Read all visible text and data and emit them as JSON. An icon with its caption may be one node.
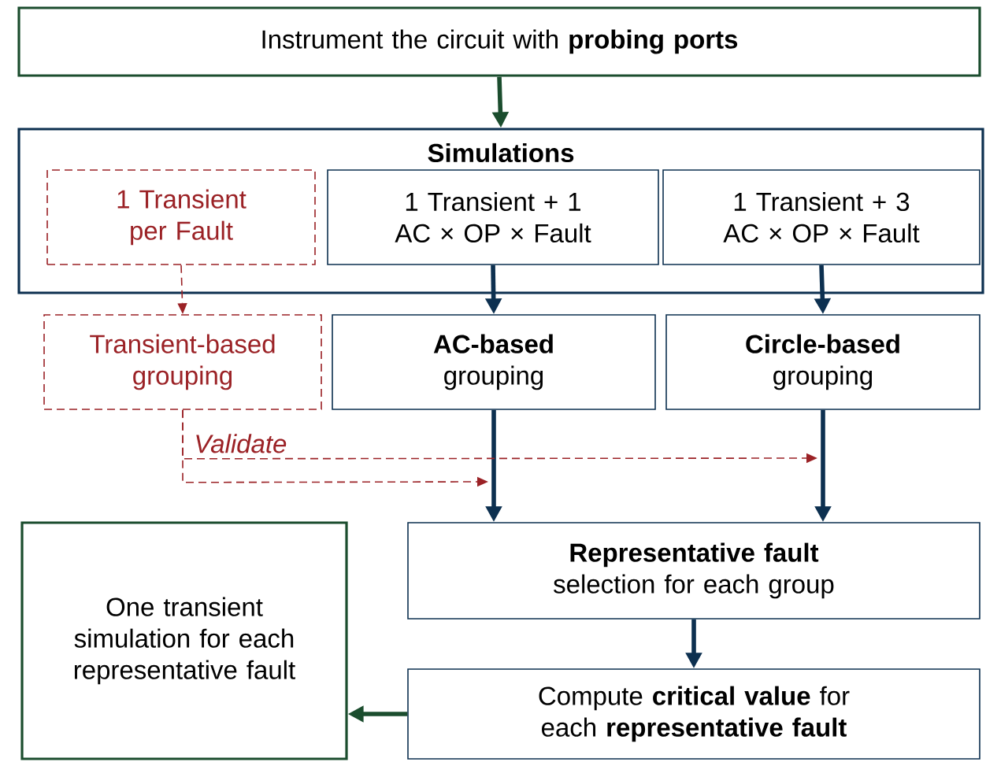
{
  "diagram": {
    "nodes": [
      {
        "text": [
          "Instrument the circuit with **probing ports**"
        ]
      },
      {
        "text": [
          "Simulations"
        ]
      },
      {
        "text": [
          "1 Transient per Fault"
        ],
        "in": 1
      },
      {
        "text": [
          "1 Transient + 1 AC × OP × Fault"
        ],
        "in": 1
      },
      {
        "text": [
          "1 Transient + 3 AC × OP × Fault"
        ],
        "in": 1
      },
      {
        "text": [
          "Transient-based grouping"
        ]
      },
      {
        "text": [
          "**AC-based** grouping"
        ]
      },
      {
        "text": [
          "**Circle-based** grouping"
        ]
      },
      {
        "text": [
          "**Representative fault** selection for each group"
        ]
      },
      {
        "text": [
          "Compute **critical value** for each **representative fault**"
        ]
      },
      {
        "text": [
          "One transient simulation for each representative fault"
        ]
      }
    ],
    "edges": [
      {
        "from": 0,
        "to": 1,
        "arrow": "to",
        "color": "#1b4d2e"
      },
      {
        "from": 2,
        "to": 5,
        "arrow": "to",
        "style": "dashed",
        "color": "#9b2226"
      },
      {
        "from": 3,
        "to": 6,
        "arrow": "to"
      },
      {
        "from": 4,
        "to": 7,
        "arrow": "to"
      },
      {
        "from": 6,
        "to": 8,
        "arrow": "to"
      },
      {
        "from": 7,
        "to": 8,
        "arrow": "to"
      },
      {
        "from": 5,
        "to": null,
        "arrow": "to",
        "style": "dashed",
        "color": "#9b2226",
        "label": "Validate"
      },
      {
        "from": 5,
        "to": null,
        "arrow": "to",
        "style": "dashed",
        "color": "#9b2226"
      },
      {
        "from": 8,
        "to": 9,
        "arrow": "to"
      },
      {
        "from": 9,
        "to": 10,
        "arrow": "to",
        "color": "#1b4d2e"
      }
    ]
  }
}
